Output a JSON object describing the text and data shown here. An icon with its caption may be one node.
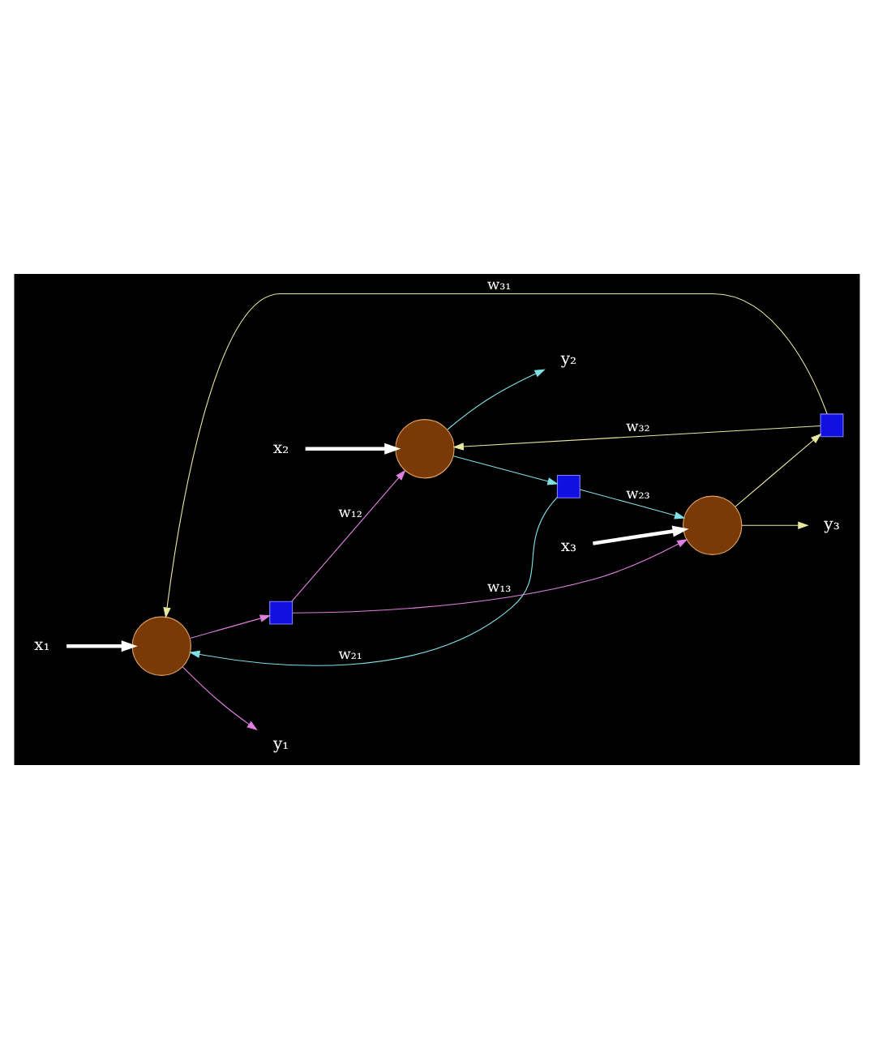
{
  "diagram": {
    "nodes": [
      {
        "text": [
          "x₁"
        ]
      },
      {
        "text": [
          "x₂"
        ]
      },
      {
        "text": [
          "x₃"
        ]
      },
      {
        "text": [],
        "shape": "circle"
      },
      {
        "text": [],
        "shape": "circle"
      },
      {
        "text": [],
        "shape": "circle"
      },
      {
        "text": [],
        "shape": "box"
      },
      {
        "text": [],
        "shape": "box"
      },
      {
        "text": [],
        "shape": "box"
      },
      {
        "text": [
          "y₁"
        ]
      },
      {
        "text": [
          "y₂"
        ]
      },
      {
        "text": [
          "y₃"
        ]
      }
    ],
    "edges": [
      {
        "from": 0,
        "to": 3,
        "arrow": "to",
        "style": "thick",
        "color": "#ffffff"
      },
      {
        "from": 1,
        "to": 4,
        "arrow": "to",
        "style": "thick",
        "color": "#ffffff"
      },
      {
        "from": 2,
        "to": 5,
        "arrow": "to",
        "style": "thick",
        "color": "#ffffff"
      },
      {
        "from": 3,
        "to": 9,
        "arrow": "to",
        "color": "#e080e0"
      },
      {
        "from": 4,
        "to": 10,
        "arrow": "to",
        "color": "#80e0e8"
      },
      {
        "from": 5,
        "to": 11,
        "arrow": "to",
        "color": "#e8e8a0"
      },
      {
        "from": 3,
        "to": 8,
        "arrow": "to",
        "color": "#e080e0"
      },
      {
        "from": 4,
        "to": 7,
        "arrow": "to",
        "color": "#80e0e8"
      },
      {
        "from": 5,
        "to": 6,
        "arrow": "to",
        "color": "#e8e8a0"
      },
      {
        "from": 7,
        "to": 3,
        "arrow": "to",
        "label": "w₂₁",
        "color": "#80e0e8"
      },
      {
        "from": 6,
        "to": 3,
        "arrow": "to",
        "label": "w₃₁",
        "color": "#e8e8a0"
      },
      {
        "from": 6,
        "to": 4,
        "arrow": "to",
        "label": "w₃₂",
        "color": "#e8e8a0"
      },
      {
        "from": 8,
        "to": 4,
        "arrow": "to",
        "label": "w₁₂",
        "color": "#e080e0"
      },
      {
        "from": 7,
        "to": 5,
        "arrow": "to",
        "label": "w₂₃",
        "color": "#80e0e8"
      },
      {
        "from": 8,
        "to": 5,
        "arrow": "to",
        "label": "w₁₃",
        "color": "#e080e0"
      }
    ]
  }
}
